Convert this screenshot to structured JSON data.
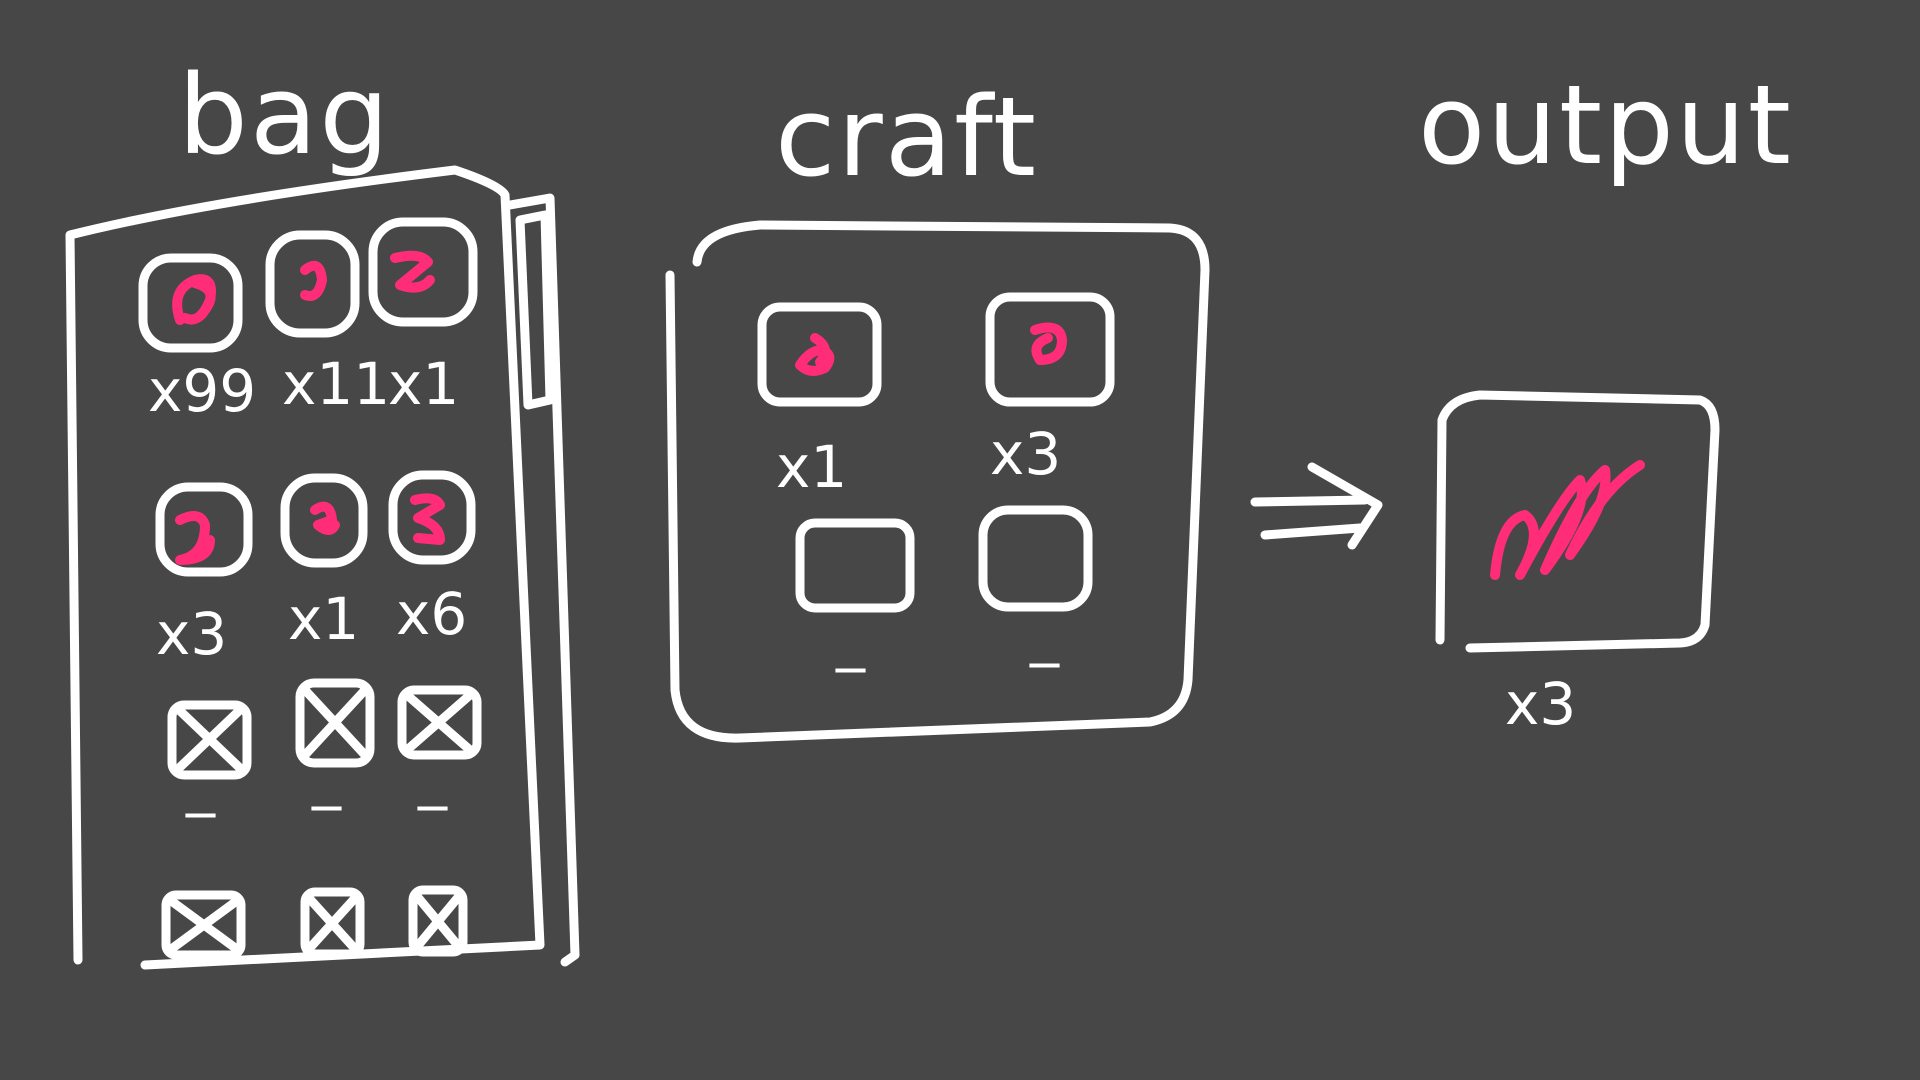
{
  "sections": {
    "bag": {
      "title": "bag"
    },
    "craft": {
      "title": "craft"
    },
    "output": {
      "title": "output"
    }
  },
  "bag": {
    "slots": [
      {
        "state": "filled",
        "count": "x99"
      },
      {
        "state": "filled",
        "count": "x11"
      },
      {
        "state": "filled",
        "count": "x1"
      },
      {
        "state": "filled",
        "count": "x3"
      },
      {
        "state": "filled",
        "count": "x1"
      },
      {
        "state": "filled",
        "count": "x6"
      },
      {
        "state": "empty",
        "count": "_"
      },
      {
        "state": "empty",
        "count": "_"
      },
      {
        "state": "empty",
        "count": "_"
      },
      {
        "state": "empty",
        "count": ""
      },
      {
        "state": "empty",
        "count": ""
      },
      {
        "state": "empty",
        "count": ""
      }
    ]
  },
  "craft": {
    "slots": [
      {
        "state": "filled",
        "count": "x1"
      },
      {
        "state": "filled",
        "count": "x3"
      },
      {
        "state": "empty",
        "count": "_"
      },
      {
        "state": "empty",
        "count": "_"
      }
    ]
  },
  "output": {
    "count": "x3"
  },
  "colors": {
    "background": "#474747",
    "stroke": "#ffffff",
    "item": "#ff2d78"
  }
}
